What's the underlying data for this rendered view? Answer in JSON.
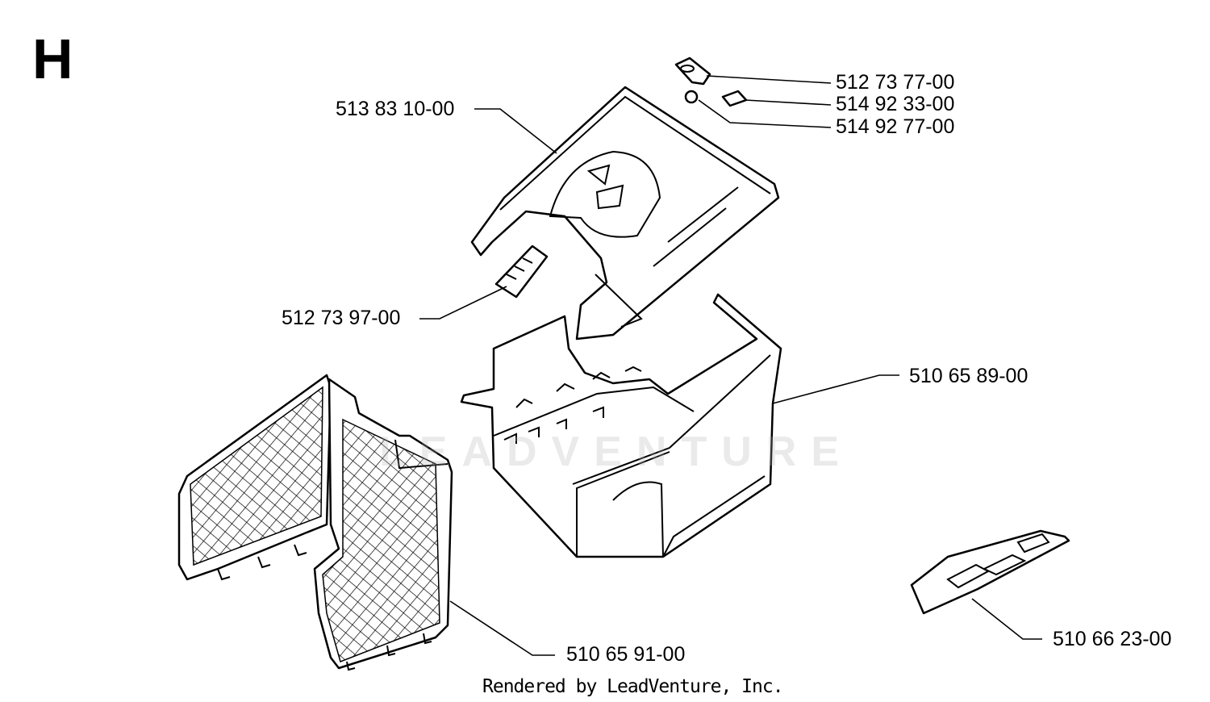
{
  "section": {
    "letter": "H"
  },
  "parts": {
    "p1": {
      "number": "512 73 77-00"
    },
    "p2": {
      "number": "514 92 33-00"
    },
    "p3": {
      "number": "514 92 77-00"
    },
    "p4": {
      "number": "513 83 10-00"
    },
    "p5": {
      "number": "512 73 97-00"
    },
    "p6": {
      "number": "510 65 89-00"
    },
    "p7": {
      "number": "510 65 91-00"
    },
    "p8": {
      "number": "510 66 23-00"
    }
  },
  "watermark": "LEADVENTURE",
  "footer": "Rendered by LeadVenture, Inc."
}
